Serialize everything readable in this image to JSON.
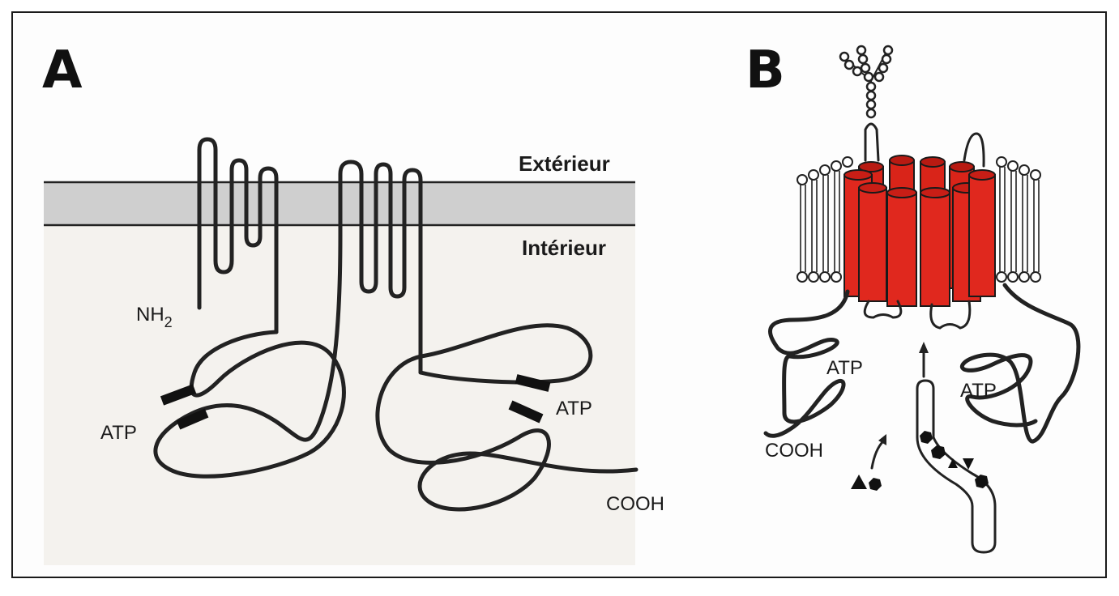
{
  "panel_a": {
    "letter": "A",
    "exterior_label": "Extérieur",
    "interior_label": "Intérieur",
    "nh2_label": "NH",
    "nh2_subscript": "2",
    "atp_left_label": "ATP",
    "atp_right_label": "ATP",
    "cooh_label": "COOH"
  },
  "panel_b": {
    "letter": "B",
    "atp_left_label": "ATP",
    "atp_right_label": "ATP",
    "cooh_label": "COOH"
  },
  "colors": {
    "membrane": "#cfcfcf",
    "helix": "#e0281e",
    "helix_top": "#c81e16",
    "line": "#222222"
  }
}
